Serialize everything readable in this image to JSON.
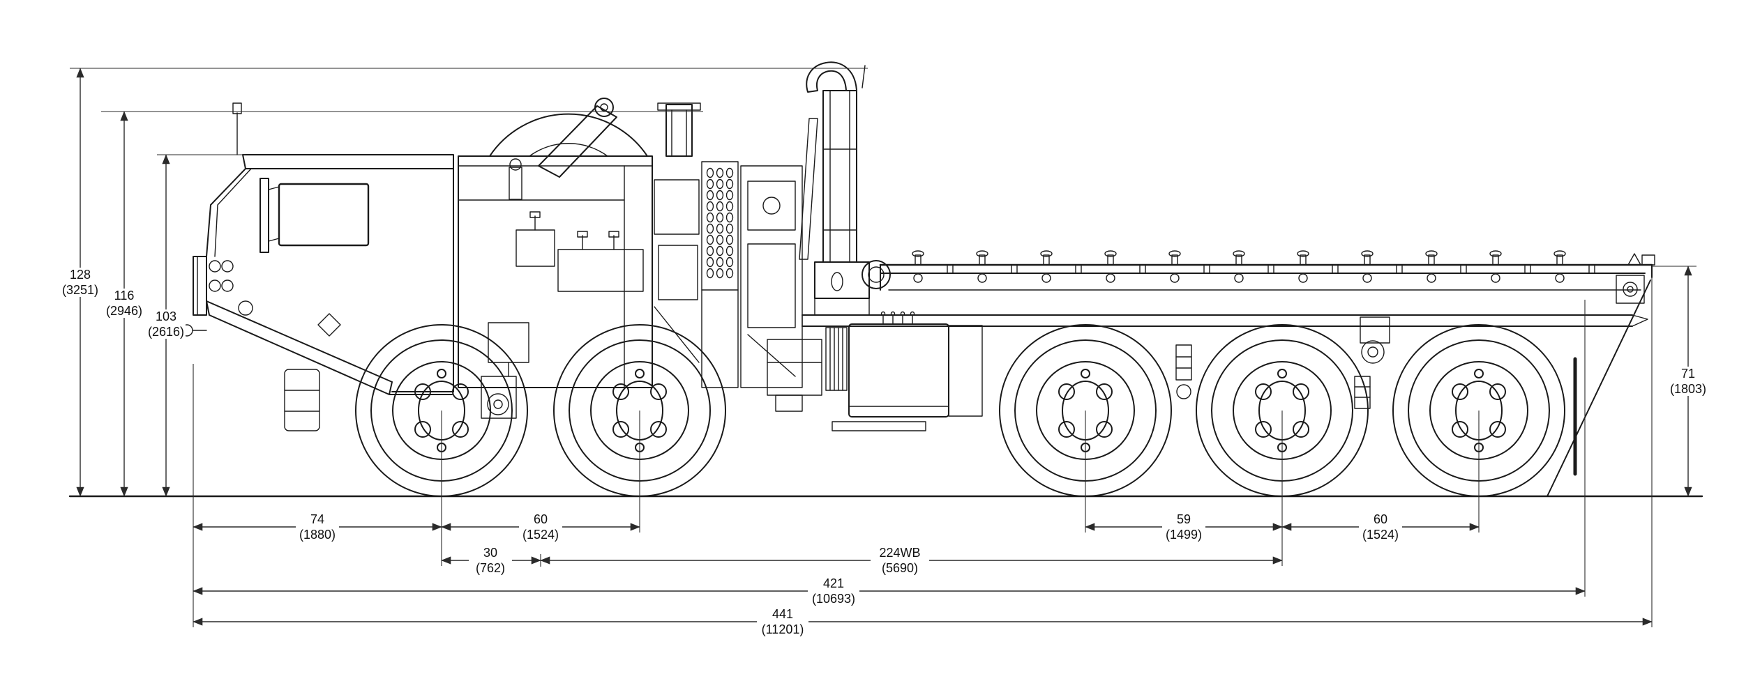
{
  "colors": {
    "line": "#1a1a1a",
    "dim_line": "#2a2a2a",
    "background": "#ffffff"
  },
  "dims": {
    "overall_height": {
      "in": "128",
      "mm": "(3251)"
    },
    "mid_height": {
      "in": "116",
      "mm": "(2946)"
    },
    "cab_height": {
      "in": "103",
      "mm": "(2616)"
    },
    "deck_height": {
      "in": "71",
      "mm": "(1803)"
    },
    "front_overhang": {
      "in": "74",
      "mm": "(1880)"
    },
    "front_axle_spacing": {
      "in": "60",
      "mm": "(1524)"
    },
    "half_bogie": {
      "in": "30",
      "mm": "(762)"
    },
    "wheelbase": {
      "in": "224WB",
      "mm": "(5690)"
    },
    "rear_spacing_a": {
      "in": "59",
      "mm": "(1499)"
    },
    "rear_spacing_b": {
      "in": "60",
      "mm": "(1524)"
    },
    "frame_length": {
      "in": "421",
      "mm": "(10693)"
    },
    "overall_length": {
      "in": "441",
      "mm": "(11201)"
    }
  }
}
